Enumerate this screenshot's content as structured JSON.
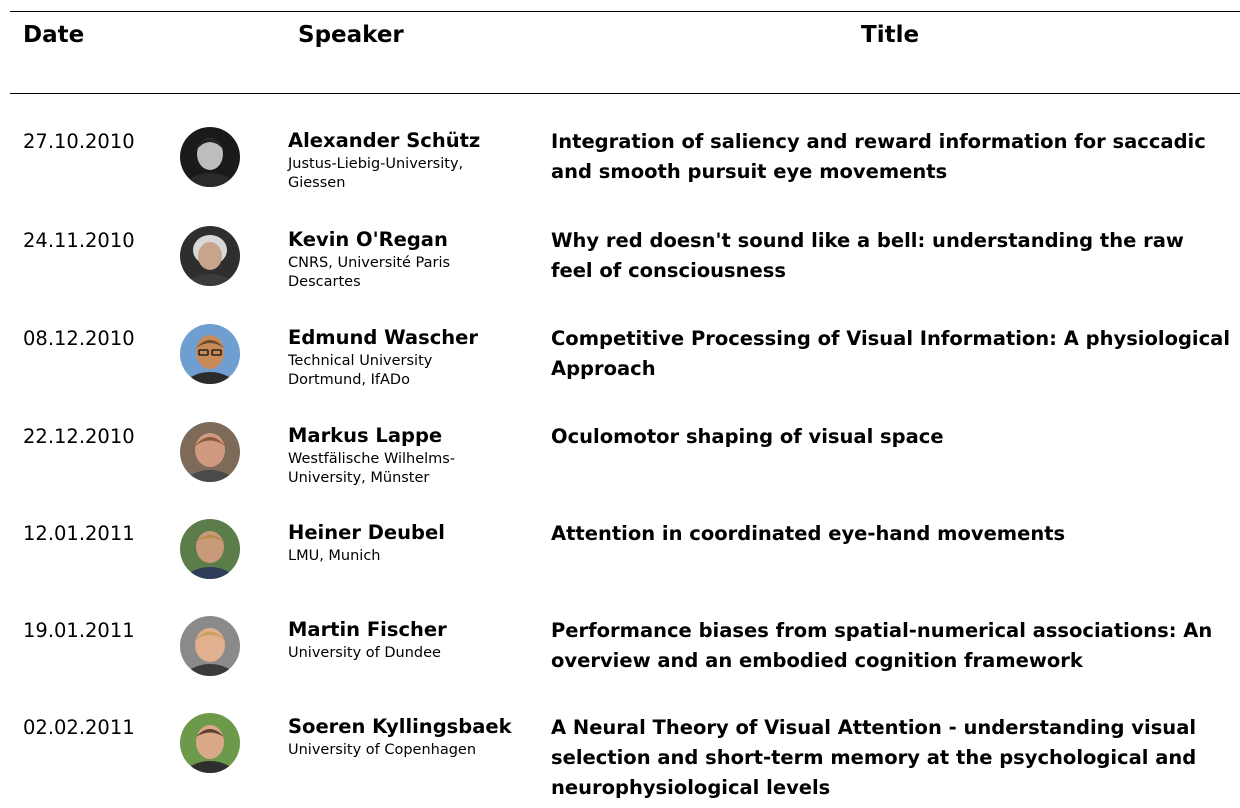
{
  "headers": {
    "date": "Date",
    "speaker": "Speaker",
    "title": "Title"
  },
  "talks": [
    {
      "date": "27.10.2010",
      "speaker": "Alexander Schütz",
      "affiliation_line1": "Justus-Liebig-University,",
      "affiliation_line2": "Giessen",
      "title": "Integration of saliency and reward information for saccadic and smooth pursuit eye movements",
      "photo_icon": "speaker-portrait-grayscale"
    },
    {
      "date": "24.11.2010",
      "speaker": "Kevin O'Regan",
      "affiliation_line1": "CNRS, Université Paris",
      "affiliation_line2": "Descartes",
      "title": "Why red doesn't sound like a bell: understanding the raw feel of consciousness",
      "photo_icon": "speaker-portrait"
    },
    {
      "date": "08.12.2010",
      "speaker": "Edmund Wascher",
      "affiliation_line1": "Technical University",
      "affiliation_line2": "Dortmund, IfADo",
      "title": "Competitive Processing of Visual Information: A physiological Approach",
      "photo_icon": "speaker-portrait"
    },
    {
      "date": "22.12.2010",
      "speaker": "Markus Lappe",
      "affiliation_line1": "Westfälische Wilhelms-",
      "affiliation_line2": "University, Münster",
      "title": "Oculomotor shaping of visual space",
      "photo_icon": "speaker-portrait"
    },
    {
      "date": "12.01.2011",
      "speaker": "Heiner Deubel",
      "affiliation_line1": "LMU, Munich",
      "affiliation_line2": "",
      "title": "Attention in coordinated eye-hand movements",
      "photo_icon": "speaker-portrait"
    },
    {
      "date": "19.01.2011",
      "speaker": "Martin Fischer",
      "affiliation_line1": "University of Dundee",
      "affiliation_line2": "",
      "title": "Performance biases from spatial-numerical associations: An overview and an embodied cognition framework",
      "photo_icon": "speaker-portrait"
    },
    {
      "date": "02.02.2011",
      "speaker": "Soeren Kyllingsbaek",
      "affiliation_line1": "University of Copenhagen",
      "affiliation_line2": "",
      "title": "A Neural Theory of Visual Attention - understanding visual selection and short-term memory at the psychological and neurophysiological levels",
      "photo_icon": "speaker-portrait"
    }
  ]
}
